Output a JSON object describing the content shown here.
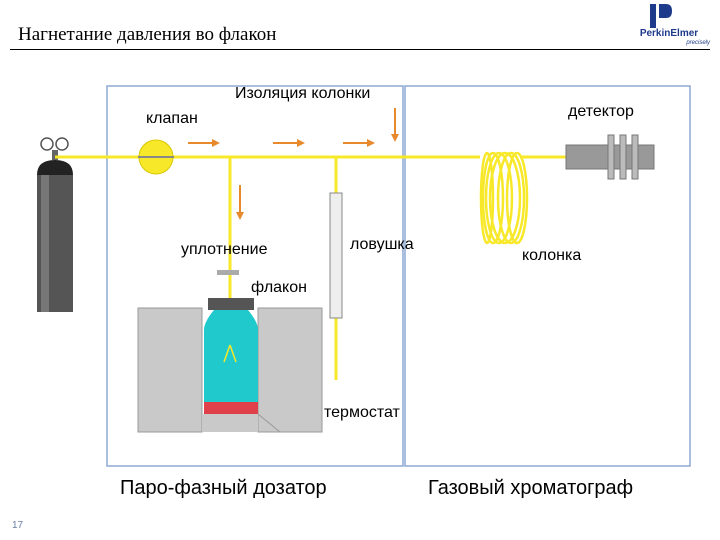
{
  "slide": {
    "title": "Нагнетание давления во флакон",
    "page_number": "17"
  },
  "logo": {
    "brand": "PerkinElmer",
    "tagline": "precisely",
    "color": "#1e3a8a"
  },
  "labels": {
    "valve": "клапан",
    "column_isolation": "Изоляция колонки",
    "detector": "детектор",
    "seal": "уплотнение",
    "trap": "ловушка",
    "column": "колонка",
    "vial": "флакон",
    "thermostat": "термостат"
  },
  "sections": {
    "headspace_sampler": "Паро-фазный дозатор",
    "gas_chromatograph": "Газовый хроматограф"
  },
  "colors": {
    "gas_line": "#f7e82a",
    "flow_arrow": "#e8892c",
    "panel_border": "#8ea8d4",
    "vial_glass": "#1fc9cc",
    "vial_base": "#e0404a",
    "thermostat_block": "#c9c9c9"
  }
}
